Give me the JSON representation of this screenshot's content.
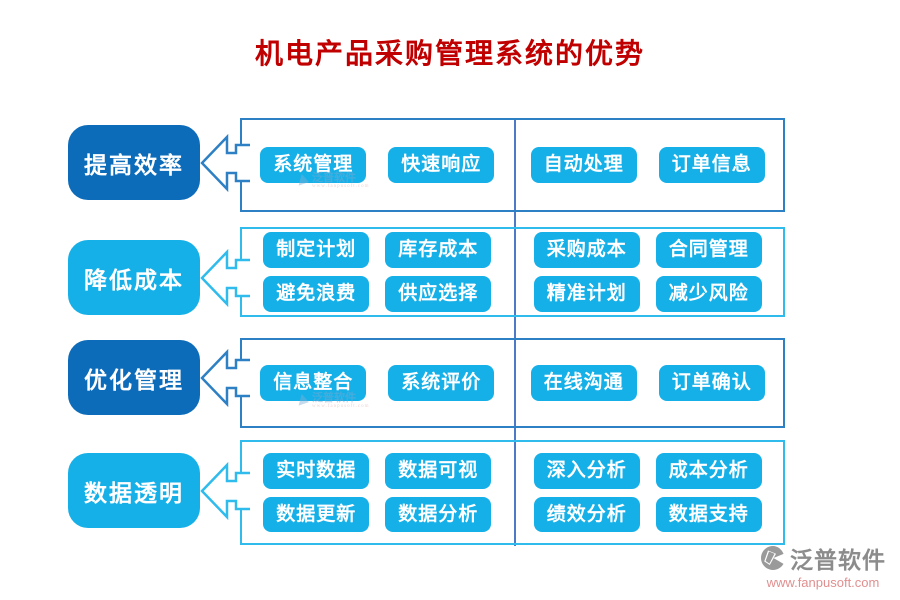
{
  "title": "机电产品采购管理系统的优势",
  "colors": {
    "title_red": "#c00000",
    "dark_blue": "#0d6cba",
    "cyan": "#16b0e8",
    "border_blue": "#2e80c4",
    "border_cyan": "#2fbcec",
    "divider_blue": "#4d79c7"
  },
  "rows": [
    {
      "label": "提高效率",
      "theme": "dark",
      "tags_left": [
        "系统管理",
        "快速响应"
      ],
      "tags_right": [
        "自动处理",
        "订单信息"
      ]
    },
    {
      "label": "降低成本",
      "theme": "cyan",
      "tags_left": [
        "制定计划",
        "库存成本",
        "避免浪费",
        "供应选择"
      ],
      "tags_right": [
        "采购成本",
        "合同管理",
        "精准计划",
        "减少风险"
      ]
    },
    {
      "label": "优化管理",
      "theme": "dark",
      "tags_left": [
        "信息整合",
        "系统评价"
      ],
      "tags_right": [
        "在线沟通",
        "订单确认"
      ]
    },
    {
      "label": "数据透明",
      "theme": "cyan",
      "tags_left": [
        "实时数据",
        "数据可视",
        "数据更新",
        "数据分析"
      ],
      "tags_right": [
        "深入分析",
        "成本分析",
        "绩效分析",
        "数据支持"
      ]
    }
  ],
  "watermark": {
    "text": "泛普软件",
    "subtext": "www.fanpusoft.com"
  },
  "footer": {
    "brand": "泛普软件",
    "url": "www.fanpusoft.com"
  }
}
